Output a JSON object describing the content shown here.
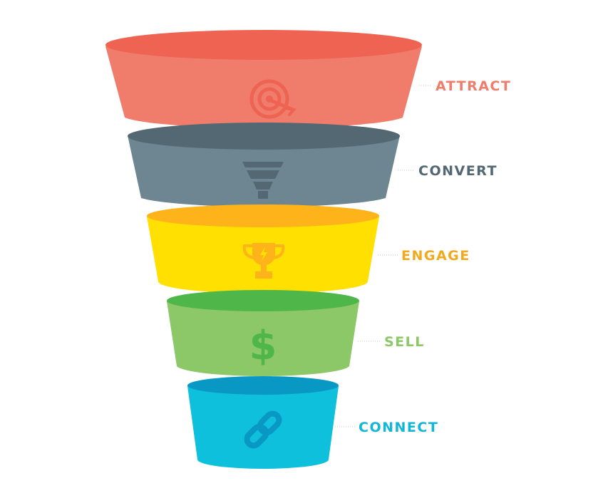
{
  "stages": [
    {
      "label": "ATTRACT",
      "icon": "target-icon",
      "body_color": "#F07D6B",
      "top_color": "#EE6352",
      "label_color": "#F07D6B"
    },
    {
      "label": "CONVERT",
      "icon": "funnel-icon",
      "body_color": "#6E8592",
      "top_color": "#536872",
      "label_color": "#536872"
    },
    {
      "label": "ENGAGE",
      "icon": "trophy-icon",
      "body_color": "#FFE000",
      "top_color": "#FFB31A",
      "label_color": "#F2A91E"
    },
    {
      "label": "SELL",
      "icon": "dollar-icon",
      "body_color": "#8DC868",
      "top_color": "#4FB749",
      "label_color": "#8DC868"
    },
    {
      "label": "CONNECT",
      "icon": "link-icon",
      "body_color": "#0FC0DC",
      "top_color": "#0998C4",
      "label_color": "#13B6D6"
    }
  ]
}
